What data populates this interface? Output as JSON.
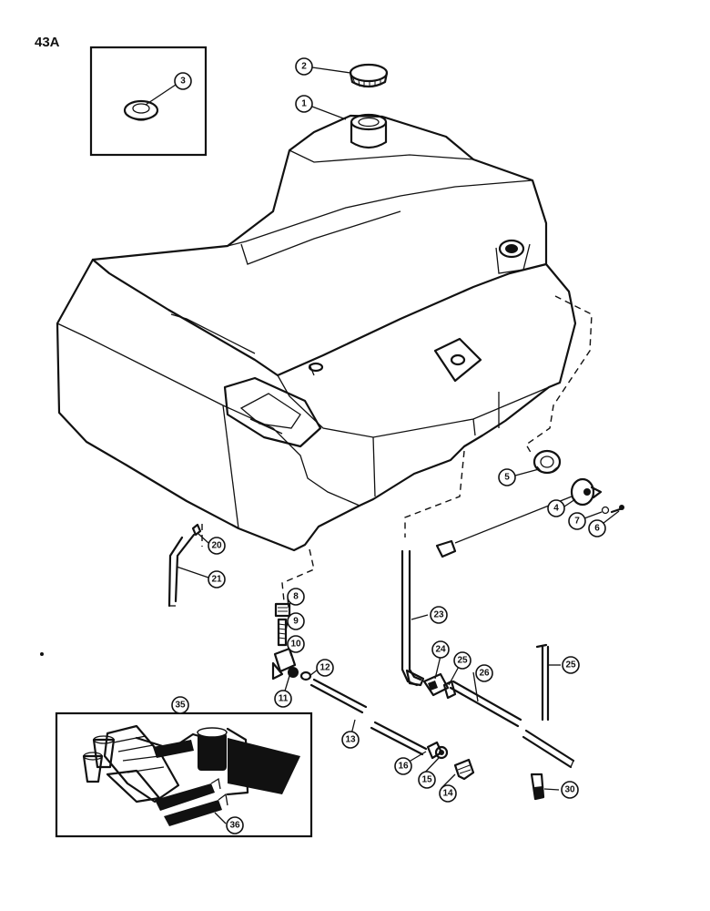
{
  "page": {
    "id": "43A"
  },
  "callouts": [
    {
      "id": "c1",
      "label": "1"
    },
    {
      "id": "c2",
      "label": "2"
    },
    {
      "id": "c3",
      "label": "3"
    },
    {
      "id": "c4",
      "label": "4"
    },
    {
      "id": "c5",
      "label": "5"
    },
    {
      "id": "c6",
      "label": "6"
    },
    {
      "id": "c7",
      "label": "7"
    },
    {
      "id": "c8",
      "label": "8"
    },
    {
      "id": "c9",
      "label": "9"
    },
    {
      "id": "c10",
      "label": "10"
    },
    {
      "id": "c11",
      "label": "11"
    },
    {
      "id": "c12",
      "label": "12"
    },
    {
      "id": "c13",
      "label": "13"
    },
    {
      "id": "c14",
      "label": "14"
    },
    {
      "id": "c15",
      "label": "15"
    },
    {
      "id": "c16",
      "label": "16"
    },
    {
      "id": "c20",
      "label": "20"
    },
    {
      "id": "c21",
      "label": "21"
    },
    {
      "id": "c23",
      "label": "23"
    },
    {
      "id": "c24",
      "label": "24"
    },
    {
      "id": "c25a",
      "label": "25"
    },
    {
      "id": "c25b",
      "label": "25"
    },
    {
      "id": "c26",
      "label": "26"
    },
    {
      "id": "c30",
      "label": "30"
    },
    {
      "id": "c35",
      "label": "35"
    },
    {
      "id": "c36",
      "label": "36"
    }
  ]
}
